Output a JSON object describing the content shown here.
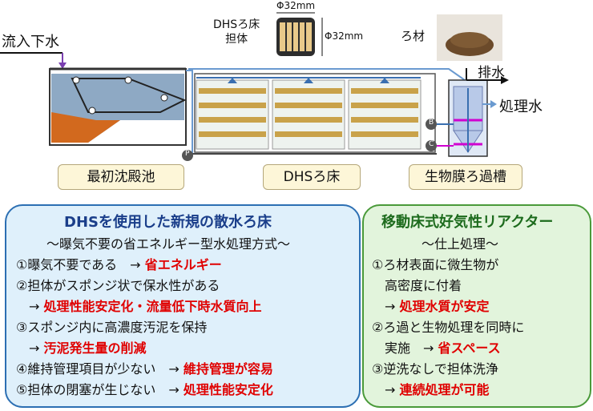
{
  "top": {
    "inflow_label": "流入下水",
    "carrier_label": "DHSろ床\n担体",
    "carrier_dim_top": "Φ32mm",
    "carrier_dim_side": "Φ32mm",
    "media_label": "ろ材",
    "drain_label": "排水",
    "treated_label": "処理水",
    "pump_p": "P",
    "pump_b": "B",
    "pump_c": "C"
  },
  "stage_labels": [
    "最初沈殿池",
    "DHSろ床",
    "生物膜ろ過槽"
  ],
  "left_box": {
    "title": "DHSを使用した新規の散水ろ床",
    "subtitle": "～曝気不要の省エネルギー型水処理方式～",
    "lines": [
      {
        "text": "①曝気不要である　→ ",
        "emph": "省エネルギー"
      },
      {
        "text": "②担体がスポンジ状で保水性がある",
        "emph": ""
      },
      {
        "text": "　→ ",
        "emph": "処理性能安定化・流量低下時水質向上"
      },
      {
        "text": "③スポンジ内に高濃度汚泥を保持",
        "emph": ""
      },
      {
        "text": "　→ ",
        "emph": "汚泥発生量の削減"
      },
      {
        "text": "④維持管理項目が少ない　→ ",
        "emph": "維持管理が容易"
      },
      {
        "text": "⑤担体の閉塞が生じない　→ ",
        "emph": "処理性能安定化"
      }
    ]
  },
  "right_box": {
    "title": "移動床式好気性リアクター",
    "subtitle": "～仕上処理～",
    "lines": [
      {
        "text": "①ろ材表面に微生物が",
        "emph": ""
      },
      {
        "text": "　高密度に付着",
        "emph": ""
      },
      {
        "text": "　→ ",
        "emph": "処理水質が安定"
      },
      {
        "text": "②ろ過と生物処理を同時に",
        "emph": ""
      },
      {
        "text": "　実施　→ ",
        "emph": "省スペース"
      },
      {
        "text": "③逆洗なしで担体洗浄",
        "emph": ""
      },
      {
        "text": "　→ ",
        "emph": "連続処理が可能"
      }
    ]
  },
  "colors": {
    "left_border": "#2c6fb3",
    "right_border": "#4a9a3a",
    "emphasis": "#e00000"
  }
}
